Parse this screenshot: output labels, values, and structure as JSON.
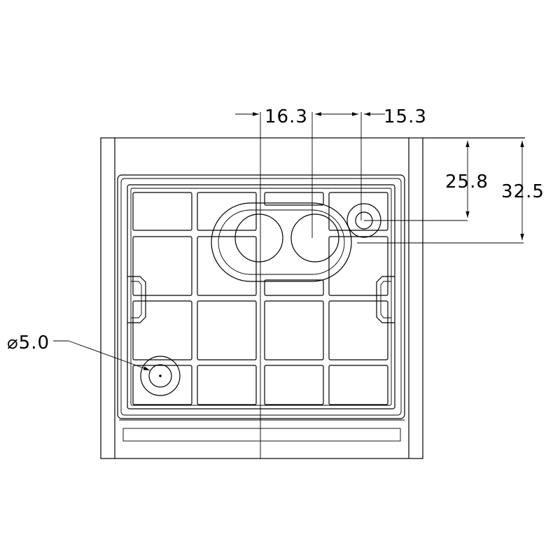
{
  "dimensions": {
    "width_left": "16.3",
    "width_right": "15.3",
    "height_inner": "25.8",
    "height_outer": "32.5",
    "hole_diameter": "⌀5.0"
  },
  "colors": {
    "line": "#000000",
    "background": "#ffffff"
  }
}
